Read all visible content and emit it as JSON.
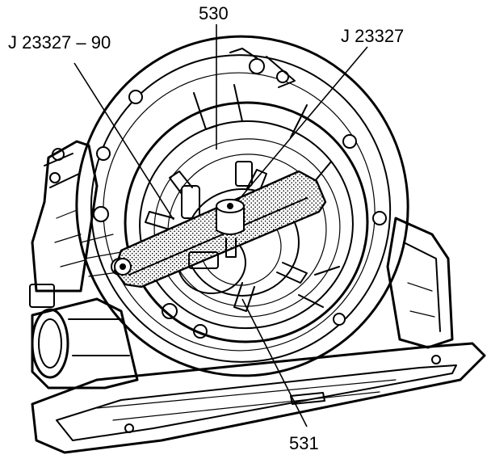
{
  "callouts": {
    "tool_left": "J 23327 – 90",
    "part_top": "530",
    "tool_right": "J 23327",
    "part_bottom": "531"
  }
}
